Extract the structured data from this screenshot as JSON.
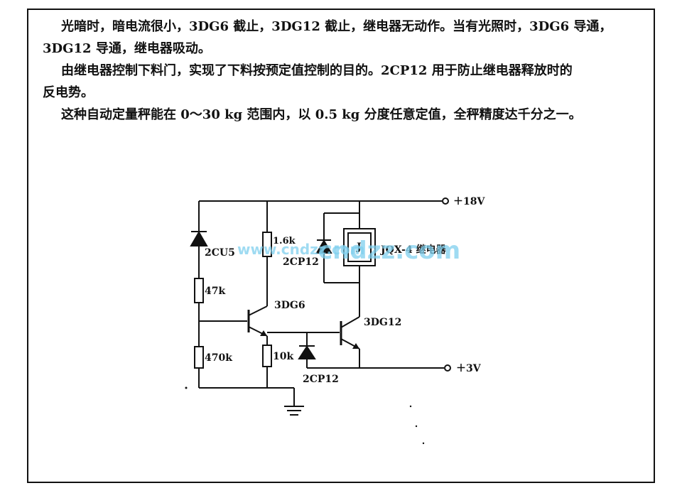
{
  "paragraphs": [
    "光暗时，暗电流很小，3DG6 截止，3DG12 截止，继电器无动作。当有光照时，3DG6 导通，",
    "3DG12 导通，继电器吸动。",
    "由继电器控制下料门，实现了下料按预定值控制的目的。2CP12 用于防止继电器释放时的",
    "反电势。",
    "这种自动定量秤能在 0～30 kg 范围内，以 0.5 kg 分度任意定值，全秤精度达千分之一。"
  ],
  "circuit": {
    "supply_plus18": "＋18V",
    "supply_plus3": "＋3V",
    "diode_2cu5": "2CU5",
    "resistor_47k": "47k",
    "resistor_470k": "470k",
    "resistor_1_6k": "1.6k",
    "resistor_10k": "10k",
    "diode_2cp12_top": "2CP12",
    "diode_2cp12_bottom": "2CP12",
    "transistor_3dg6": "3DG6",
    "transistor_3dg12": "3DG12",
    "relay_label": "JQX-4 继电器",
    "relay_coil_mark": "J"
  },
  "watermark": {
    "large": "cndzz.com",
    "small": "www.cndzz.com"
  }
}
